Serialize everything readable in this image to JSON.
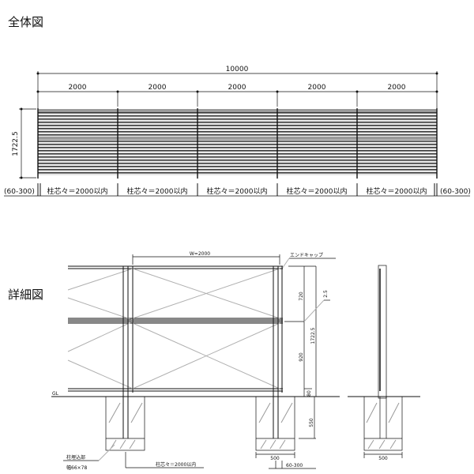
{
  "overview": {
    "title": "全体図",
    "total_width": "10000",
    "span_labels": [
      "2000",
      "2000",
      "2000",
      "2000",
      "2000"
    ],
    "height_label": "1722.5",
    "post_pitch_labels": [
      "柱芯々＝2000以内",
      "柱芯々＝2000以内",
      "柱芯々＝2000以内",
      "柱芯々＝2000以内",
      "柱芯々＝2000以内"
    ],
    "edge_offset_left": "(60-300)",
    "edge_offset_right": "(60-300)"
  },
  "detail": {
    "title": "詳細図",
    "width_label": "W=2000",
    "end_cap_label": "エンドキャップ",
    "thickness_label": "2.5",
    "upper_height": "720",
    "lower_height": "920",
    "total_height": "1722.5",
    "ground_clearance": "80",
    "embed_depth": "550",
    "footing_width": "500",
    "edge_offset": "60-300",
    "ground_label": "GL",
    "post_pitch": "柱芯々＝2000以内",
    "embed_label": "柱埋込部",
    "embed_size": "幅66×78",
    "side_footing_width": "500"
  },
  "colors": {
    "line": "#111111",
    "brace": "#b0b0b0",
    "slat_dark": "#333333",
    "slat_light": "#9a9a9a"
  }
}
